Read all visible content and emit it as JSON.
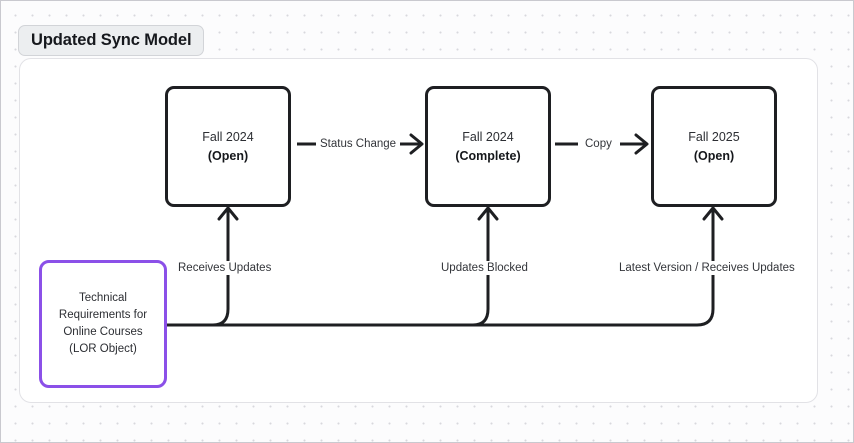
{
  "title": "Updated Sync Model",
  "colors": {
    "node_border": "#1e1f22",
    "lor_border": "#8b50e8",
    "panel_bg": "#ffffff",
    "canvas_bg": "#fcfcfd",
    "text": "#2c2e33"
  },
  "nodes": [
    {
      "id": "fall-2024-open",
      "line1": "Fall 2024",
      "line2": "(Open)"
    },
    {
      "id": "fall-2024-complete",
      "line1": "Fall 2024",
      "line2": "(Complete)"
    },
    {
      "id": "fall-2025-open",
      "line1": "Fall 2025",
      "line2": "(Open)"
    }
  ],
  "lor_node": {
    "id": "lor-object",
    "lines": [
      "Technical",
      "Requirements for",
      "Online Courses",
      "(LOR Object)"
    ]
  },
  "edges": [
    {
      "id": "status-change",
      "label": "Status Change"
    },
    {
      "id": "copy",
      "label": "Copy"
    },
    {
      "id": "receives-updates",
      "label": "Receives Updates"
    },
    {
      "id": "updates-blocked",
      "label": "Updates Blocked"
    },
    {
      "id": "latest-version-receives",
      "label": "Latest Version / Receives Updates"
    }
  ]
}
